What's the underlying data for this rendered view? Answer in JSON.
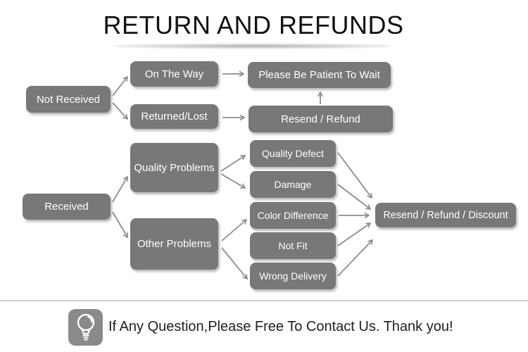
{
  "title": "RETURN AND REFUNDS",
  "nodes": {
    "not_received": "Not Received",
    "on_the_way": "On The Way",
    "please_wait": "Please Be Patient To Wait",
    "returned_lost": "Returned/Lost",
    "resend_refund": "Resend / Refund",
    "received": "Received",
    "quality_problems": "Quality Problems",
    "other_problems": "Other Problems",
    "quality_defect": "Quality Defect",
    "damage": "Damage",
    "color_difference": "Color Difference",
    "not_fit": "Not Fit",
    "wrong_delivery": "Wrong Delivery",
    "resend_refund_discount": "Resend / Refund / Discount"
  },
  "edges": [
    {
      "from": "not_received",
      "to": "on_the_way"
    },
    {
      "from": "not_received",
      "to": "returned_lost"
    },
    {
      "from": "on_the_way",
      "to": "please_wait"
    },
    {
      "from": "returned_lost",
      "to": "resend_refund"
    },
    {
      "from": "resend_refund",
      "to": "please_wait"
    },
    {
      "from": "received",
      "to": "quality_problems"
    },
    {
      "from": "received",
      "to": "other_problems"
    },
    {
      "from": "quality_problems",
      "to": "quality_defect"
    },
    {
      "from": "quality_problems",
      "to": "damage"
    },
    {
      "from": "other_problems",
      "to": "color_difference"
    },
    {
      "from": "other_problems",
      "to": "wrong_delivery"
    },
    {
      "from": "quality_defect",
      "to": "resend_refund_discount"
    },
    {
      "from": "damage",
      "to": "resend_refund_discount"
    },
    {
      "from": "color_difference",
      "to": "resend_refund_discount"
    },
    {
      "from": "not_fit",
      "to": "resend_refund_discount"
    },
    {
      "from": "wrong_delivery",
      "to": "resend_refund_discount"
    }
  ],
  "footer": {
    "message": "If Any Question,Please Free To Contact Us. Thank you!",
    "icon": "lightbulb-icon"
  },
  "colors": {
    "node_fill": "#787878",
    "node_text": "#ffffff",
    "arrow": "#8c8c8c",
    "divider": "#cccccc",
    "title_text": "#111111",
    "footer_text": "#1e1e1e",
    "icon_fill": "#8a8a8a"
  }
}
